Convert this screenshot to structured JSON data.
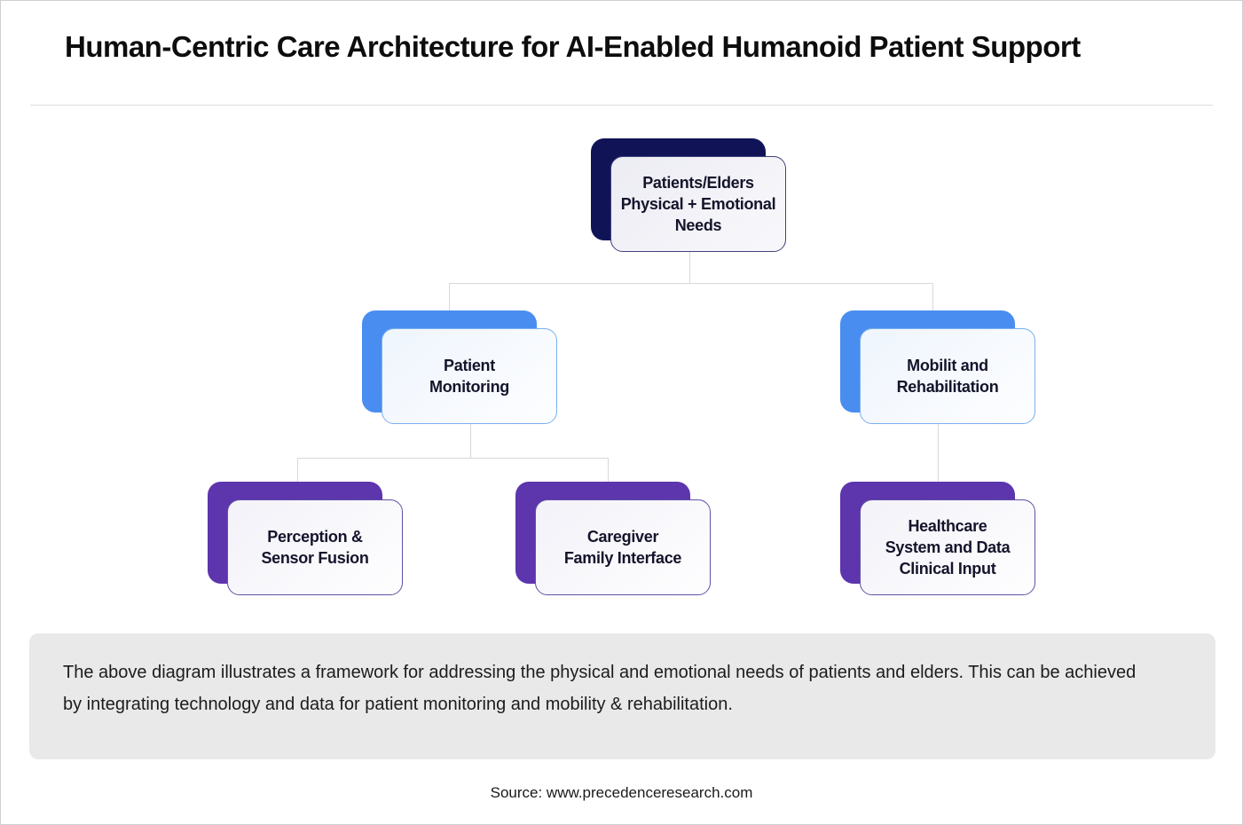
{
  "page": {
    "title": "Human-Centric Care Architecture for AI-Enabled Humanoid Patient Support",
    "description": "The above diagram illustrates a framework for addressing the physical and emotional needs of patients and elders. This can be achieved by integrating technology and data for patient monitoring and mobility & rehabilitation.",
    "source": "Source: www.precedenceresearch.com"
  },
  "colors": {
    "root_accent": "#101457",
    "level2_accent": "#4a8df0",
    "level3_accent": "#5d35ad",
    "connector": "#d8d8d8",
    "info_box_background": "#e9e9e9"
  },
  "diagram": {
    "type": "hierarchy-flowchart",
    "nodes": {
      "root": {
        "label": "Patients/Elders\nPhysical + Emotional\nNeeds",
        "accent": "#101457",
        "level": 1
      },
      "patient_monitoring": {
        "label": "Patient\nMonitoring",
        "accent": "#4a8df0",
        "level": 2,
        "parent": "root"
      },
      "mobility": {
        "label": "Mobilit and\nRehabilitation",
        "accent": "#4a8df0",
        "level": 2,
        "parent": "root"
      },
      "perception": {
        "label": "Perception &\nSensor Fusion",
        "accent": "#5d35ad",
        "level": 3,
        "parent": "patient_monitoring"
      },
      "caregiver": {
        "label": "Caregiver\nFamily Interface",
        "accent": "#5d35ad",
        "level": 3,
        "parent": "patient_monitoring"
      },
      "healthcare": {
        "label": "Healthcare\nSystem and Data\nClinical Input",
        "accent": "#5d35ad",
        "level": 3,
        "parent": "mobility"
      }
    }
  }
}
